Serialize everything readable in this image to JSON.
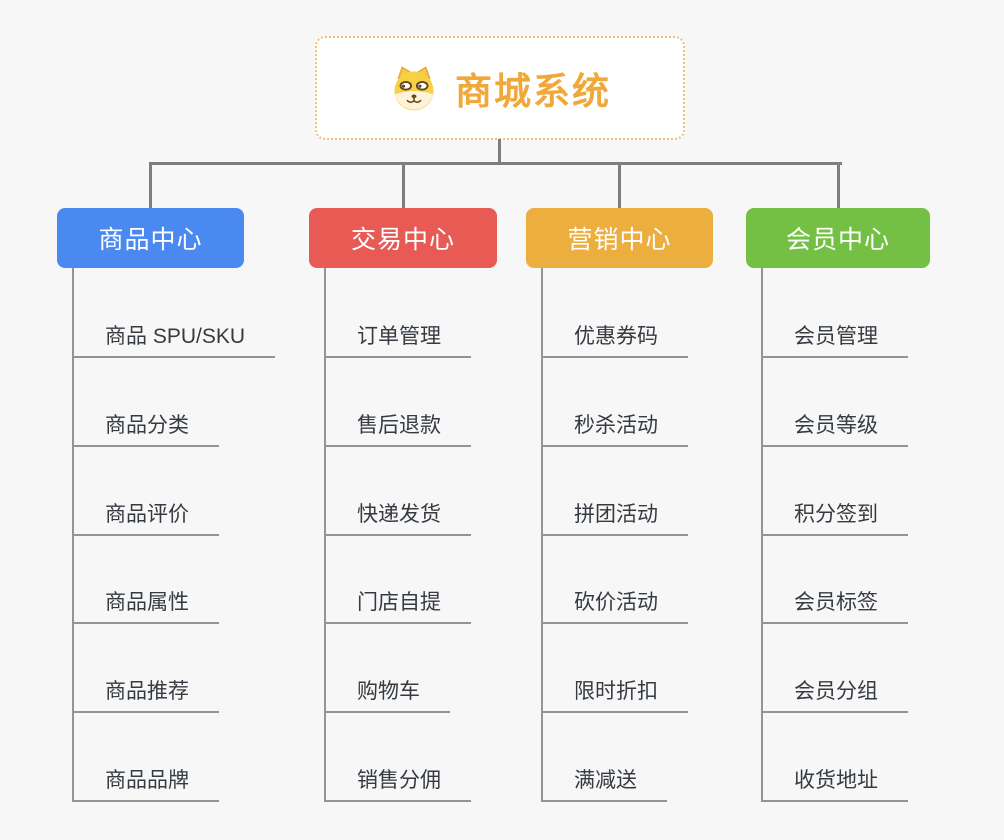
{
  "root": {
    "title": "商城系统",
    "icon": "dog-icon",
    "title_color": "#F0A83B",
    "border_color": "#EFC276",
    "background": "#FFFFFF"
  },
  "canvas": {
    "background": "#F7F7F7",
    "connector_color": "#7E7E7E",
    "child_line_color": "#949494",
    "child_text_color": "#363B41"
  },
  "branches": [
    {
      "label": "商品中心",
      "color": "#4A8AF0",
      "children": [
        "商品 SPU/SKU",
        "商品分类",
        "商品评价",
        "商品属性",
        "商品推荐",
        "商品品牌"
      ]
    },
    {
      "label": "交易中心",
      "color": "#E85B55",
      "children": [
        "订单管理",
        "售后退款",
        "快递发货",
        "门店自提",
        "购物车",
        "销售分佣"
      ]
    },
    {
      "label": "营销中心",
      "color": "#ECAE3F",
      "children": [
        "优惠券码",
        "秒杀活动",
        "拼团活动",
        "砍价活动",
        "限时折扣",
        "满减送"
      ]
    },
    {
      "label": "会员中心",
      "color": "#74C044",
      "children": [
        "会员管理",
        "会员等级",
        "积分签到",
        "会员标签",
        "会员分组",
        "收货地址"
      ]
    }
  ]
}
